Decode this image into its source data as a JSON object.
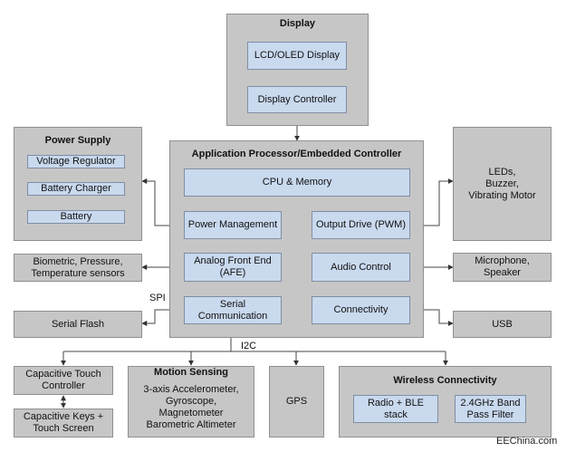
{
  "display": {
    "title": "Display",
    "lcd": "LCD/OLED Display",
    "controller": "Display Controller"
  },
  "power_supply": {
    "title": "Power Supply",
    "regulator": "Voltage Regulator",
    "charger": "Battery Charger",
    "battery": "Battery"
  },
  "app_processor": {
    "title": "Application Processor/Embedded Controller",
    "cpu": "CPU & Memory",
    "power_mgmt": "Power Management",
    "output_drive": "Output Drive (PWM)",
    "afe": "Analog Front End\n(AFE)",
    "audio": "Audio Control",
    "serial_comm": "Serial\nCommunication",
    "connectivity": "Connectivity"
  },
  "leds": "LEDs,\nBuzzer,\nVibrating Motor",
  "sensors": "Biometric, Pressure,\nTemperature sensors",
  "microphone": "Microphone,\nSpeaker",
  "serial_flash": "Serial Flash",
  "usb": "USB",
  "spi_label": "SPI",
  "i2c_label": "I2C",
  "touch_controller": "Capacitive Touch\nController",
  "touch_keys": "Capacitive Keys +\nTouch Screen",
  "motion": {
    "title": "Motion Sensing",
    "body": "3-axis Accelerometer,\nGyroscope,\nMagnetometer\nBarometric Altimeter"
  },
  "gps": "GPS",
  "wireless": {
    "title": "Wireless Connectivity",
    "radio": "Radio + BLE\nstack",
    "filter": "2.4GHz Band\nPass Filter"
  },
  "watermark": "EEChina.com",
  "colors": {
    "group_fill": "#c6c6c6",
    "block_fill": "#c9d9ee",
    "border": "#8f8f8f",
    "wire": "#333333"
  }
}
